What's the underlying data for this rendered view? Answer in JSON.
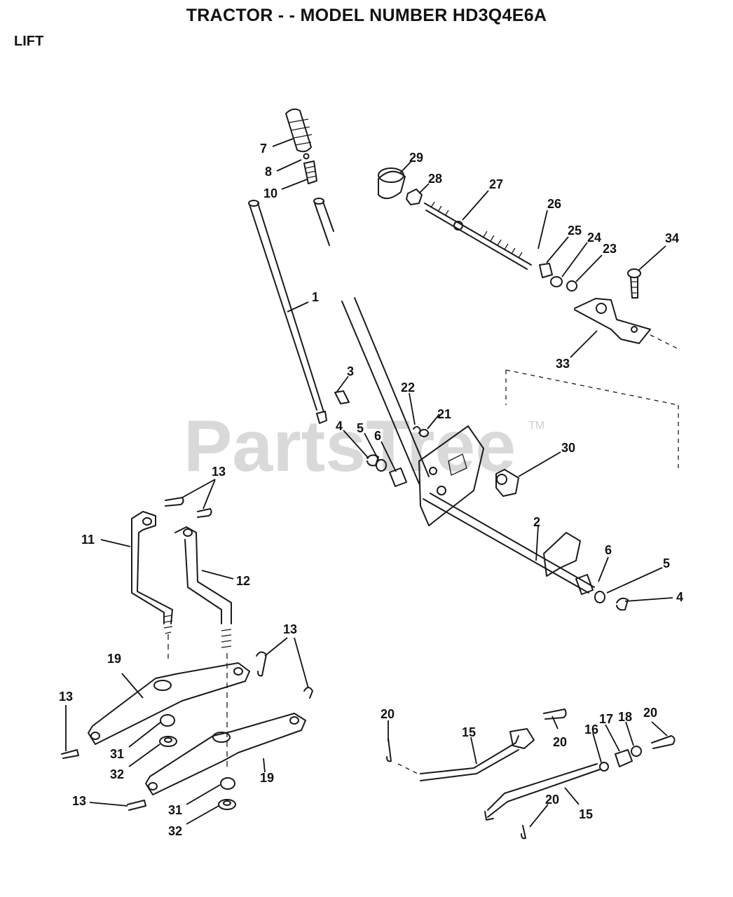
{
  "header": {
    "title": "TRACTOR - - MODEL NUMBER HD3Q4E6A",
    "section": "LIFT"
  },
  "watermark": {
    "text": "PartsTree",
    "trademark": "TM"
  },
  "callouts": [
    {
      "id": "c7a",
      "label": "7"
    },
    {
      "id": "c8",
      "label": "8"
    },
    {
      "id": "c10",
      "label": "10"
    },
    {
      "id": "c1",
      "label": "1"
    },
    {
      "id": "c29",
      "label": "29"
    },
    {
      "id": "c28",
      "label": "28"
    },
    {
      "id": "c27",
      "label": "27"
    },
    {
      "id": "c26",
      "label": "26"
    },
    {
      "id": "c25",
      "label": "25"
    },
    {
      "id": "c24",
      "label": "24"
    },
    {
      "id": "c23",
      "label": "23"
    },
    {
      "id": "c34",
      "label": "34"
    },
    {
      "id": "c33",
      "label": "33"
    },
    {
      "id": "c3",
      "label": "3"
    },
    {
      "id": "c22",
      "label": "22"
    },
    {
      "id": "c21",
      "label": "21"
    },
    {
      "id": "c4a",
      "label": "4"
    },
    {
      "id": "c5a",
      "label": "5"
    },
    {
      "id": "c6a",
      "label": "6"
    },
    {
      "id": "c30",
      "label": "30"
    },
    {
      "id": "c13a",
      "label": "13"
    },
    {
      "id": "c11",
      "label": "11"
    },
    {
      "id": "c12",
      "label": "12"
    },
    {
      "id": "c2",
      "label": "2"
    },
    {
      "id": "c6b",
      "label": "6"
    },
    {
      "id": "c5b",
      "label": "5"
    },
    {
      "id": "c4b",
      "label": "4"
    },
    {
      "id": "c13b",
      "label": "13"
    },
    {
      "id": "c19a",
      "label": "19"
    },
    {
      "id": "c13c",
      "label": "13"
    },
    {
      "id": "c31a",
      "label": "31"
    },
    {
      "id": "c32a",
      "label": "32"
    },
    {
      "id": "c19b",
      "label": "19"
    },
    {
      "id": "c13d",
      "label": "13"
    },
    {
      "id": "c31b",
      "label": "31"
    },
    {
      "id": "c32b",
      "label": "32"
    },
    {
      "id": "c20a",
      "label": "20"
    },
    {
      "id": "c15a",
      "label": "15"
    },
    {
      "id": "c20b",
      "label": "20"
    },
    {
      "id": "c16",
      "label": "16"
    },
    {
      "id": "c17",
      "label": "17"
    },
    {
      "id": "c18",
      "label": "18"
    },
    {
      "id": "c20c",
      "label": "20"
    },
    {
      "id": "c20d",
      "label": "20"
    },
    {
      "id": "c15b",
      "label": "15"
    }
  ]
}
